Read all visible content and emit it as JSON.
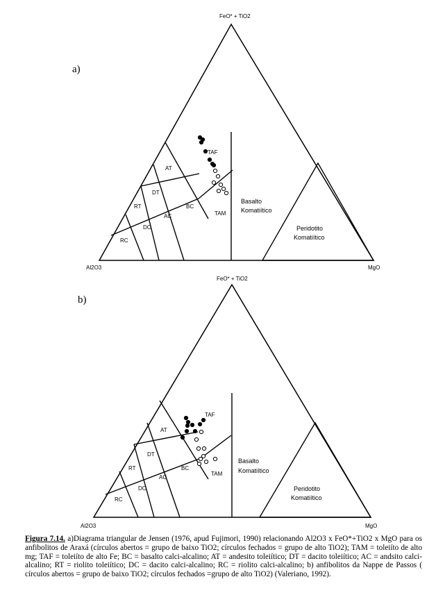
{
  "panels": [
    {
      "letter": "a)",
      "apex_top": "FeO* + TiO2",
      "apex_left": "Al2O3",
      "apex_right": "MgO",
      "fields": [
        "TAF",
        "AT",
        "DT",
        "RT",
        "BC",
        "AC",
        "DC",
        "RC",
        "TAM",
        "Basalto",
        "Komatiítico",
        "Peridotito",
        "Komatiítico"
      ]
    },
    {
      "letter": "b)",
      "apex_top": "FeO* + TiO2",
      "apex_left": "Al2O3",
      "apex_right": "MgO",
      "fields": [
        "TAF",
        "AT",
        "DT",
        "RT",
        "BC",
        "AC",
        "DC",
        "RC",
        "TAM",
        "Basalto",
        "Komatiítico",
        "Peridotito",
        "Komatiítico"
      ]
    }
  ],
  "caption": {
    "title": "Figura 7.14.",
    "text": " a)Diagrama triangular de Jensen (1976, apud Fujimori, 1990) relacionando Al2O3 x FeO*+TiO2 x MgO para os anfibolitos de Araxá (círculos abertos = grupo de baixo TiO2; círculos fechados = grupo de alto TiO2); TAM = toleiíto de alto mg; TAF = toleiíto de alto Fe; BC = basalto calci-alcalino; AT = andesito toleiítico; DT = dacito toleiítico; AC = andsito calci-alcalino; RT = riolito toleiítico; DC = dacito calci-alcalino; RC = riolito calci-alcalino; b) anfibolitos da Nappe de Passos ( círculos abertos = grupo de baixo TiO2; círculos fechados =grupo de alto TiO2) (Valeriano, 1992)."
  },
  "data_points": {
    "panel_a_closed": [
      [
        290,
        205
      ],
      [
        288,
        198
      ],
      [
        292,
        201
      ],
      [
        296,
        218
      ],
      [
        302,
        230
      ],
      [
        306,
        236
      ],
      [
        308,
        238
      ]
    ],
    "panel_a_open": [
      [
        310,
        246
      ],
      [
        314,
        254
      ],
      [
        308,
        263
      ],
      [
        318,
        266
      ],
      [
        322,
        272
      ],
      [
        315,
        275
      ],
      [
        326,
        278
      ]
    ],
    "panel_b_closed": [
      [
        268,
        602
      ],
      [
        271,
        608
      ],
      [
        270,
        613
      ],
      [
        277,
        612
      ],
      [
        288,
        611
      ],
      [
        293,
        605
      ],
      [
        269,
        621
      ],
      [
        281,
        621
      ],
      [
        263,
        630
      ]
    ],
    "panel_b_open": [
      [
        290,
        622
      ],
      [
        283,
        633
      ],
      [
        286,
        646
      ],
      [
        294,
        646
      ],
      [
        293,
        657
      ],
      [
        289,
        661
      ],
      [
        297,
        665
      ],
      [
        287,
        668
      ],
      [
        310,
        661
      ]
    ]
  }
}
